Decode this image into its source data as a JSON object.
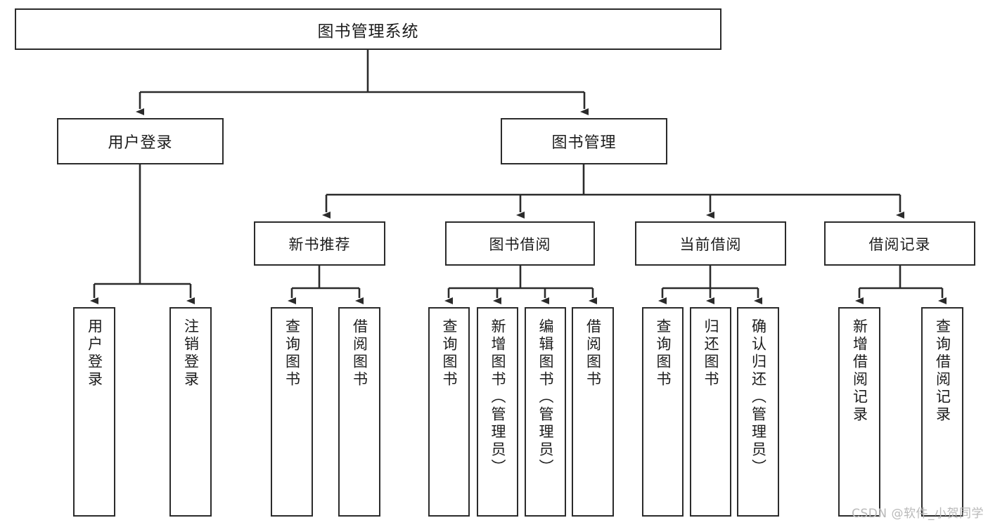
{
  "diagram": {
    "title": "图书管理系统",
    "type": "tree-hierarchy-chart",
    "colors": {
      "box_stroke": "#2b2b2b",
      "box_fill": "#ffffff",
      "connector": "#2b2b2b",
      "text": "#1c1c1c",
      "watermark": "#b9b9b9",
      "background": "#ffffff"
    }
  },
  "root": {
    "label": "图书管理系统"
  },
  "level1": [
    {
      "label": "用户登录"
    },
    {
      "label": "图书管理"
    }
  ],
  "level2": [
    {
      "label": "新书推荐"
    },
    {
      "label": "图书借阅"
    },
    {
      "label": "当前借阅"
    },
    {
      "label": "借阅记录"
    }
  ],
  "leaves": {
    "user_login": [
      {
        "label": "用户登录"
      },
      {
        "label": "注销登录"
      }
    ],
    "new_book_recommend": [
      {
        "label": "查询图书"
      },
      {
        "label": "借阅图书"
      }
    ],
    "book_borrow": [
      {
        "label": "查询图书"
      },
      {
        "label": "新增图书（管理员）"
      },
      {
        "label": "编辑图书（管理员）"
      },
      {
        "label": "借阅图书"
      }
    ],
    "current_borrow": [
      {
        "label": "查询图书"
      },
      {
        "label": "归还图书"
      },
      {
        "label": "确认归还（管理员）"
      }
    ],
    "borrow_records": [
      {
        "label": "新增借阅记录"
      },
      {
        "label": "查询借阅记录"
      }
    ]
  },
  "watermark": {
    "text": "CSDN @软件_小贺同学"
  }
}
